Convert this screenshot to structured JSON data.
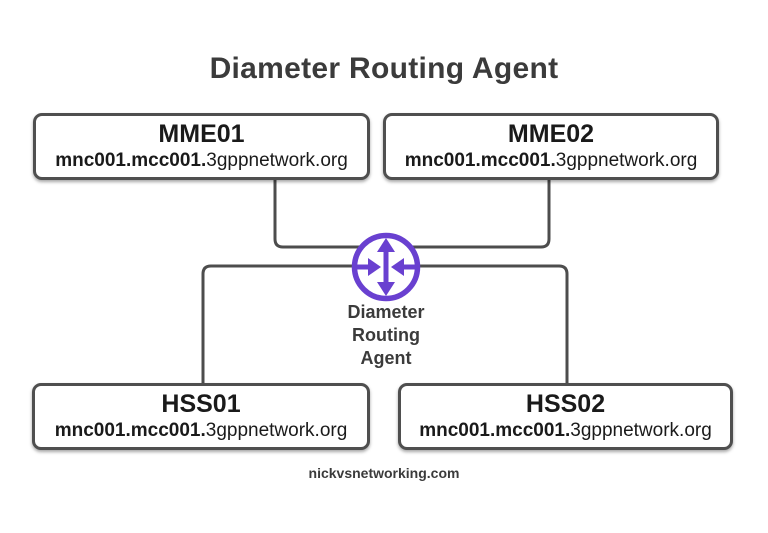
{
  "title": "Diameter Routing Agent",
  "nodes": [
    {
      "name": "MME01",
      "fqdn_bold": "mnc001.mcc001.",
      "fqdn_light": "3gppnetwork.org"
    },
    {
      "name": "MME02",
      "fqdn_bold": "mnc001.mcc001.",
      "fqdn_light": "3gppnetwork.org"
    },
    {
      "name": "HSS01",
      "fqdn_bold": "mnc001.mcc001.",
      "fqdn_light": "3gppnetwork.org"
    },
    {
      "name": "HSS02",
      "fqdn_bold": "mnc001.mcc001.",
      "fqdn_light": "3gppnetwork.org"
    }
  ],
  "dra": {
    "icon": "router-icon",
    "label_lines": [
      "Diameter",
      "Routing",
      "Agent"
    ]
  },
  "watermark": "nickvsnetworking.com",
  "colors": {
    "accent_purple": "#6940d0",
    "line_gray": "#4d4d4d",
    "box_border": "#4f4f4f",
    "box_fill": "#ffffff",
    "heading_gray": "#3b3b3b",
    "text_dark": "#1a1a1a",
    "page_bg": "#ffffff"
  }
}
